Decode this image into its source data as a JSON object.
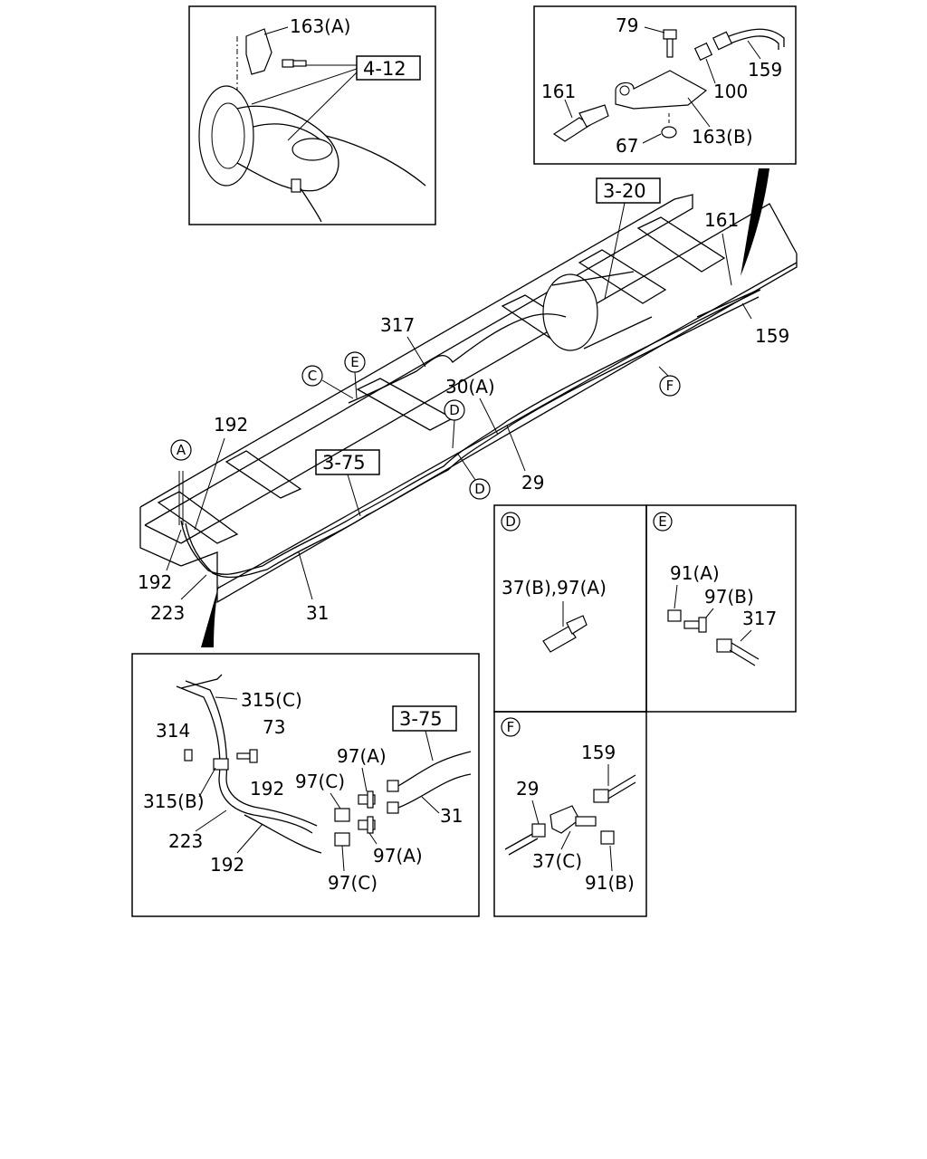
{
  "diagram": {
    "inset_top_left": {
      "labels": [
        "163(A)"
      ],
      "ref_box": "4-12"
    },
    "inset_top_right": {
      "labels": [
        "79",
        "159",
        "161",
        "100",
        "67",
        "163(B)"
      ]
    },
    "main_view": {
      "ref_boxes": [
        "3-20",
        "3-75"
      ],
      "labels": [
        "161",
        "159",
        "317",
        "30(A)",
        "29",
        "192",
        "192",
        "223",
        "31"
      ],
      "circled": [
        "C",
        "E",
        "D",
        "D",
        "A",
        "F"
      ]
    },
    "inset_bottom_left": {
      "ref_box": "3-75",
      "labels": [
        "315(C)",
        "314",
        "73",
        "97(A)",
        "315(B)",
        "192",
        "97(C)",
        "31",
        "223",
        "97(A)",
        "192",
        "97(C)"
      ]
    },
    "detail_D": {
      "title": "D",
      "labels": [
        "37(B),97(A)"
      ]
    },
    "detail_E": {
      "title": "E",
      "labels": [
        "91(A)",
        "97(B)",
        "317"
      ]
    },
    "detail_F": {
      "title": "F",
      "labels": [
        "159",
        "29",
        "37(C)",
        "91(B)"
      ]
    }
  }
}
